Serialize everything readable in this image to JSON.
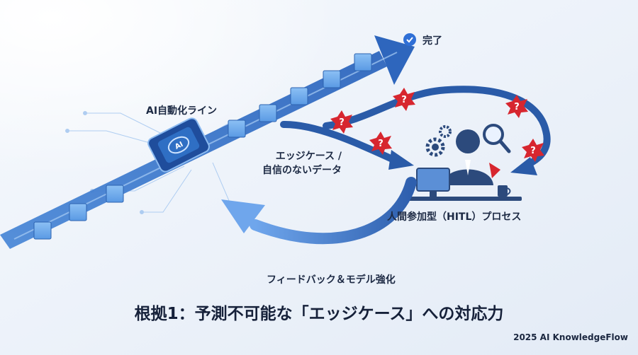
{
  "labels": {
    "ai_line": "AI自動化ライン",
    "edge_line1": "エッジケース /",
    "edge_line2": "自信のないデータ",
    "hitl": "人間参加型（HITL）プロセス",
    "feedback": "フィードバック＆モデル強化",
    "done": "完了"
  },
  "title": "根拠1：予測不可能な「エッジケース」への対応力",
  "credit": "2025 AI KnowledgeFlow",
  "colors": {
    "arrow_blue": "#2f6fc4",
    "arrow_dark": "#1d4f96",
    "cube": "#4a8ee0",
    "warning_red": "#d7262f",
    "check_blue": "#2f6fd6",
    "text": "#1d2a44"
  },
  "icons": [
    "ai-chip-icon",
    "warning-burst-icon",
    "check-circle-icon",
    "person-icon",
    "gear-icon",
    "magnifier-icon",
    "monitor-icon",
    "coffee-mug-icon"
  ]
}
